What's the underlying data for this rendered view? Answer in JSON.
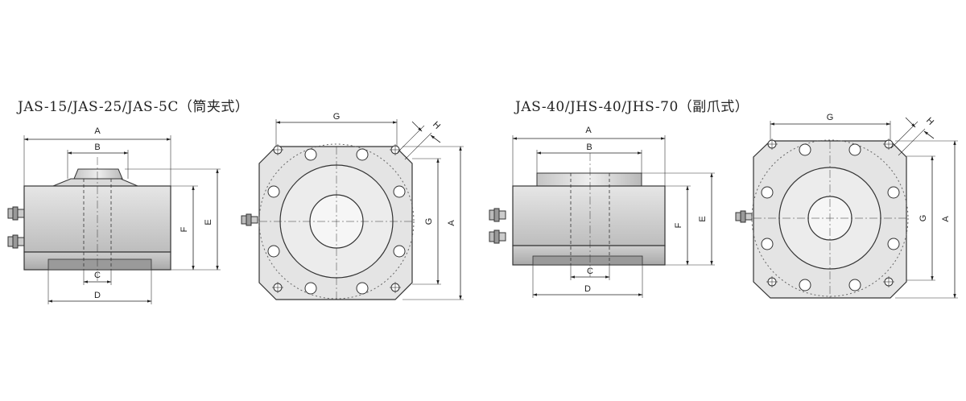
{
  "drawings": [
    {
      "title": "JAS-15/JAS-25/JAS-5C（筒夹式）",
      "side_view_labels": [
        "A",
        "B",
        "C",
        "D",
        "E",
        "F"
      ],
      "top_view_labels": [
        "G",
        "H",
        "G",
        "A"
      ]
    },
    {
      "title": "JAS-40/JHS-40/JHS-70（副爪式）",
      "side_view_labels": [
        "A",
        "B",
        "C",
        "D",
        "E",
        "F"
      ],
      "top_view_labels": [
        "G",
        "H",
        "G",
        "A"
      ]
    }
  ]
}
